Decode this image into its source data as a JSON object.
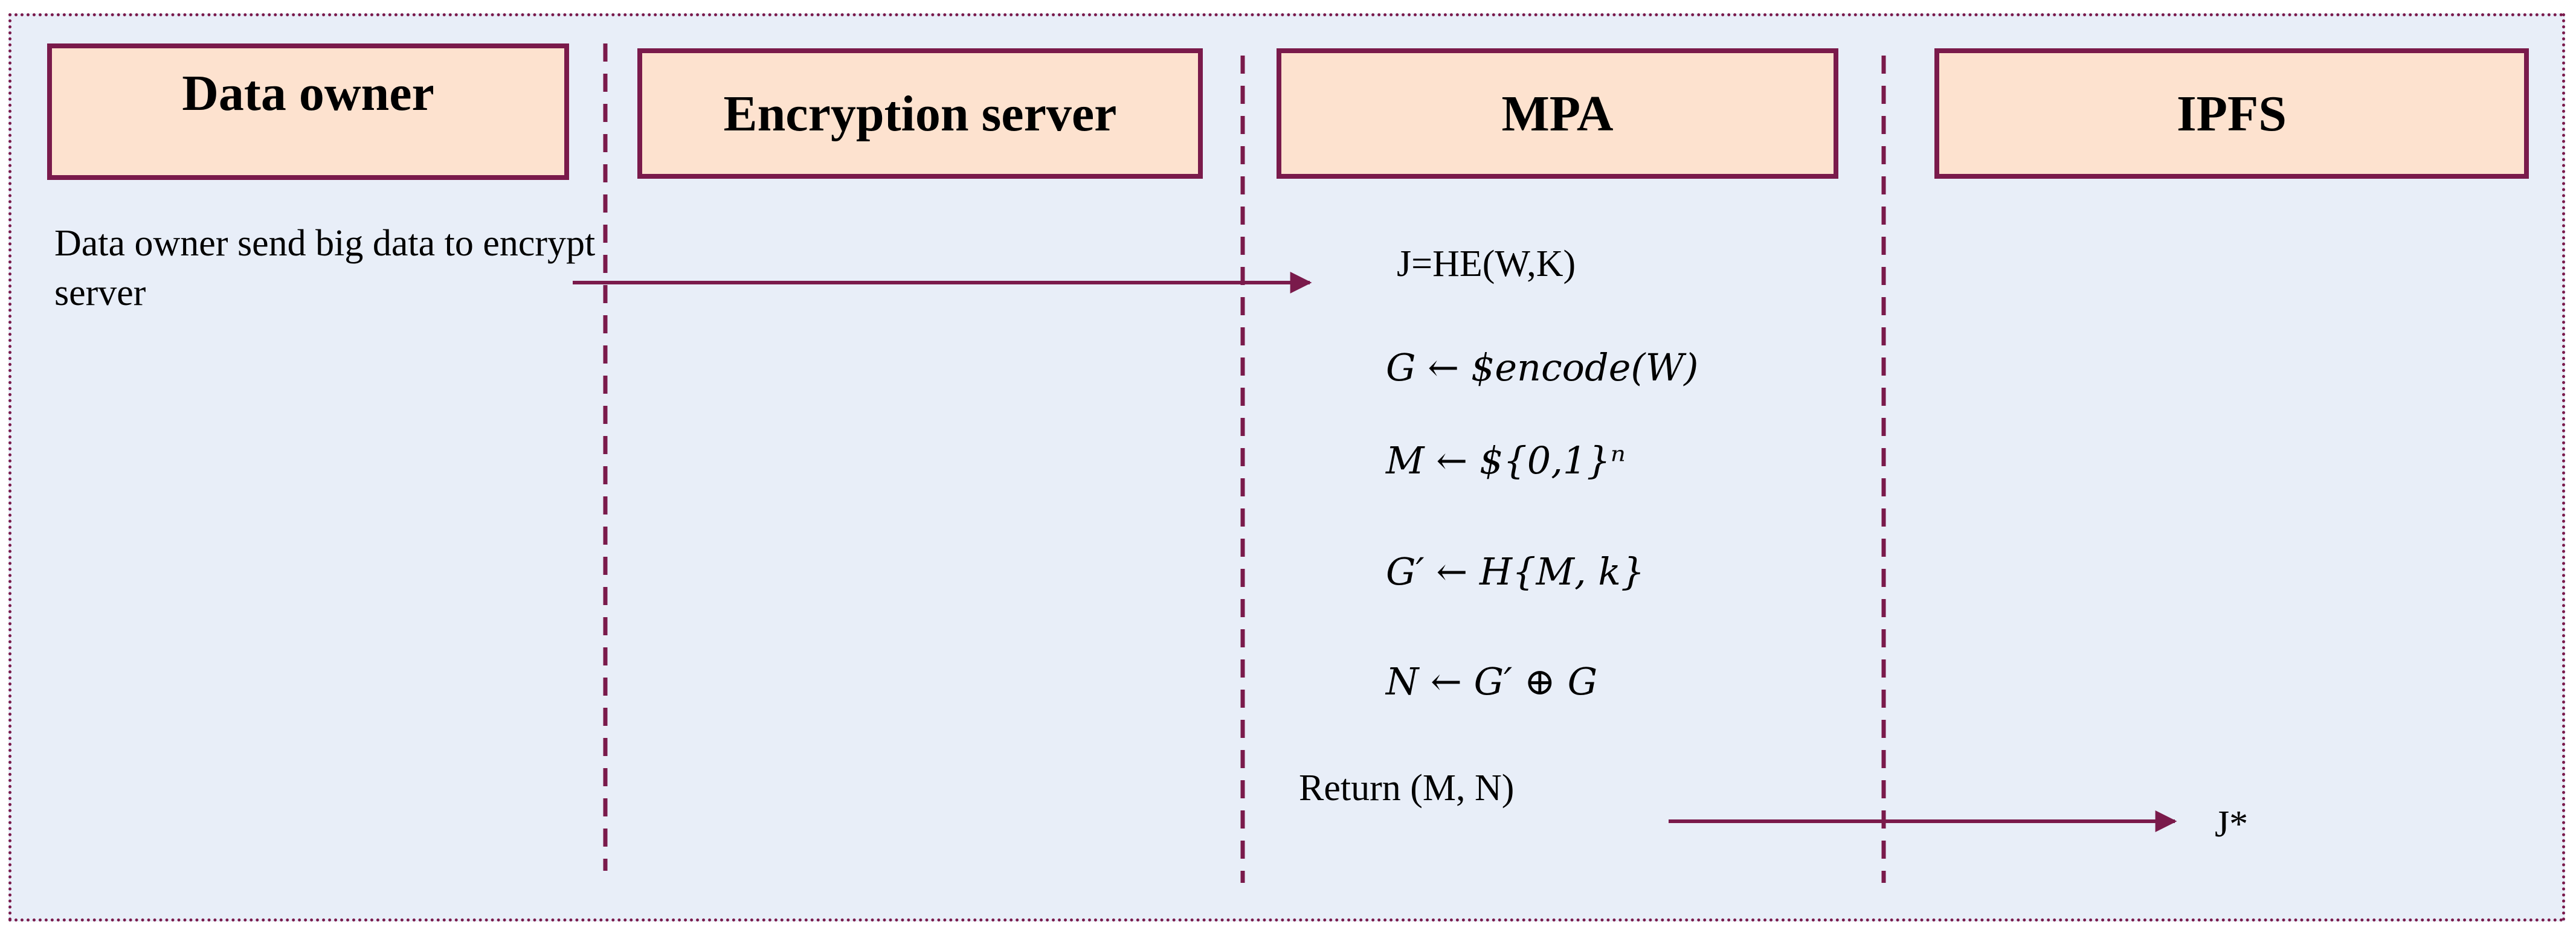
{
  "lanes": {
    "data_owner": "Data owner",
    "encryption_server": "Encryption server",
    "mpa": "MPA",
    "ipfs": "IPFS"
  },
  "owner_text": "Data owner send big data to encrypt server",
  "mpa_steps": [
    "J=HE(W,K)",
    "G ← $encode(W)",
    "M ← ${0,1}ⁿ",
    "G′ ← H{M, k}",
    "N ← G′ ⊕ G"
  ],
  "mpa_return": "Return (M, N)",
  "ipfs_output": "J*",
  "colors": {
    "border": "#7a1a4b",
    "header_fill": "#fde2cf",
    "background": "#e8eef8"
  }
}
